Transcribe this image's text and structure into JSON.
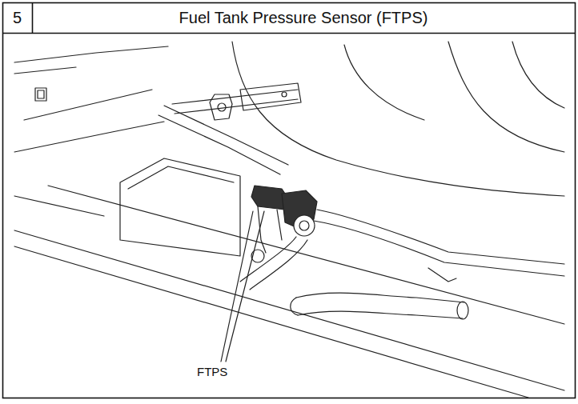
{
  "diagram": {
    "title": "Fuel Tank Pressure Sensor (FTPS)",
    "labels": [
      "5",
      "FTPS"
    ]
  }
}
